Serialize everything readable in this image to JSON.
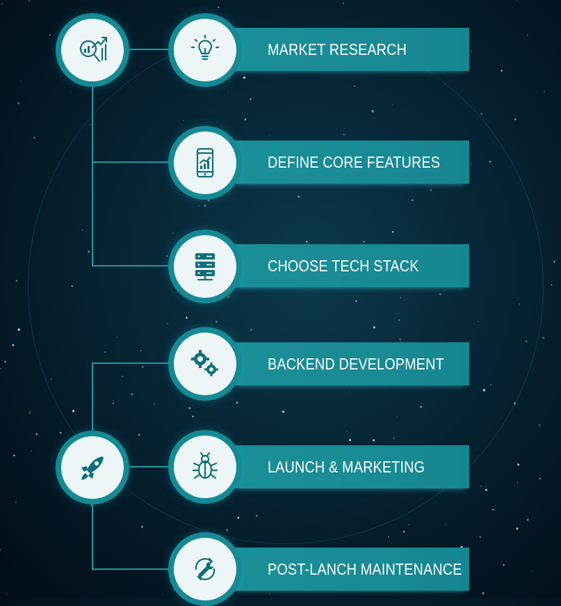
{
  "colors": {
    "accent": "#158a94",
    "line": "#1e9aa3",
    "icon": "#0f6f78",
    "background": "#06202e",
    "text": "#ffffff"
  },
  "group_nodes": [
    {
      "icon": "growth-chart-magnifier-icon"
    },
    {
      "icon": "rocket-icon"
    }
  ],
  "steps": [
    {
      "label": "MARKET RESEARCH",
      "icon": "lightbulb-icon"
    },
    {
      "label": "DEFINE CORE FEATURES",
      "icon": "smartphone-chart-icon"
    },
    {
      "label": "CHOOSE TECH STACK",
      "icon": "server-stack-icon"
    },
    {
      "label": "BACKEND DEVELOPMENT",
      "icon": "gears-icon"
    },
    {
      "label": "LAUNCH & MARKETING",
      "icon": "bug-icon"
    },
    {
      "label": "POST-LANCH MAINTENANCE",
      "icon": "wrench-icon"
    }
  ]
}
